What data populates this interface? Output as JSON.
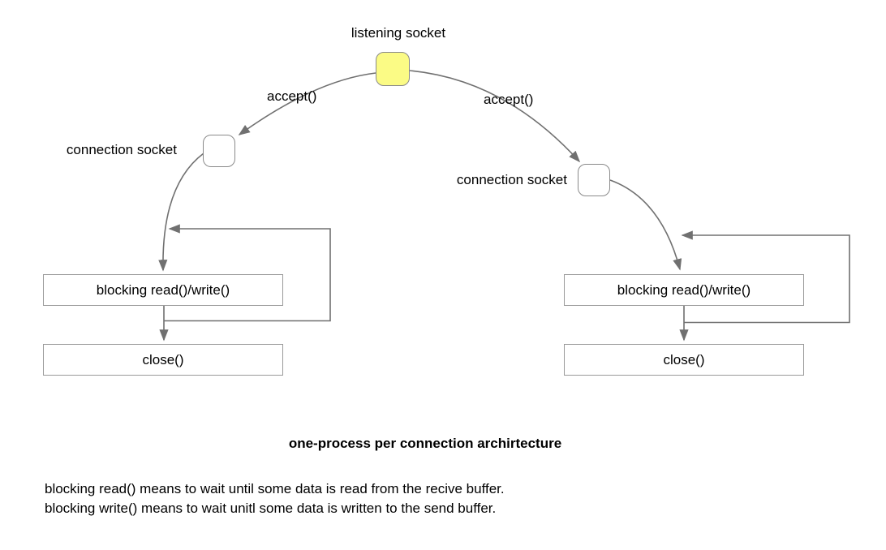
{
  "diagram": {
    "caption": "one-process per connection archirtecture",
    "nodes": {
      "listening_socket_label": "listening socket",
      "connection_socket_left_label": "connection socket",
      "connection_socket_right_label": "connection socket"
    },
    "edges": {
      "accept_left_label": "accept()",
      "accept_right_label": "accept()"
    },
    "boxes": {
      "blocking_left_label": "blocking read()/write()",
      "blocking_right_label": "blocking read()/write()",
      "close_left_label": "close()",
      "close_right_label": "close()"
    },
    "notes": {
      "line1": "blocking read() means to wait until some data is read from the recive buffer.",
      "line2": "blocking write() means to wait unitl some data is written to the send buffer."
    },
    "colors": {
      "listening_socket_fill": "#FBFB85",
      "node_border": "#8A8A8A",
      "box_border": "#9A9A9A",
      "connector": "#707070",
      "text": "#000000",
      "background": "#FFFFFF"
    }
  }
}
